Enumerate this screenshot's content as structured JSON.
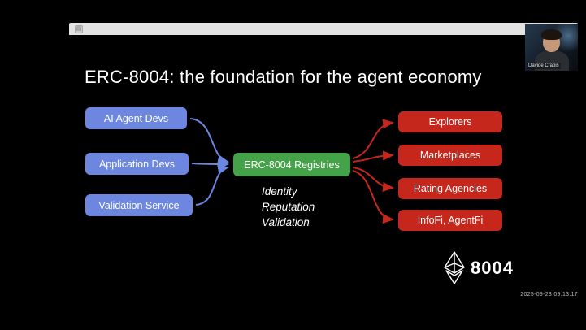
{
  "webcam": {
    "participant_name": "Davide Crapis"
  },
  "browser": {
    "menu_icon_glyph": "▤"
  },
  "slide": {
    "title": "ERC-8004: the foundation for the agent economy",
    "source_boxes": [
      "AI Agent Devs",
      "Application Devs",
      "Validation Service"
    ],
    "center_box": "ERC-8004 Registries",
    "registry_functions": [
      "Identity",
      "Reputation",
      "Validation"
    ],
    "consumer_boxes": [
      "Explorers",
      "Marketplaces",
      "Rating Agencies",
      "InfoFi, AgentFi"
    ],
    "logo": {
      "text": "8004",
      "icon": "ethereum-diamond"
    }
  },
  "overlay": {
    "timestamp": "2025-09-23 09:13:17"
  },
  "colors": {
    "source_box": "#6d87e0",
    "center_box": "#44a248",
    "consumer_box": "#c5271d",
    "background": "#000000"
  }
}
